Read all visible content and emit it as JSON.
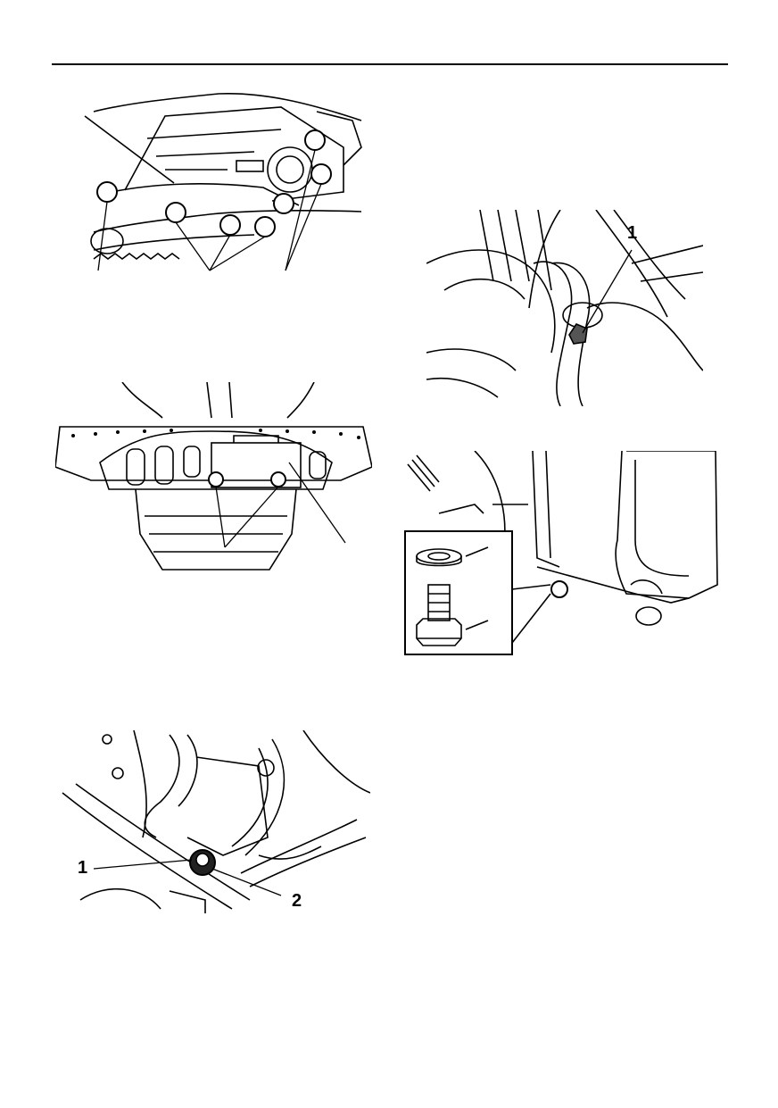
{
  "figures": {
    "fig1": {
      "labels": []
    },
    "fig2": {
      "labels": []
    },
    "fig3": {
      "callouts": [
        "1"
      ]
    },
    "fig4": {
      "labels": []
    },
    "fig5": {
      "callouts": [
        "1",
        "2"
      ]
    }
  }
}
